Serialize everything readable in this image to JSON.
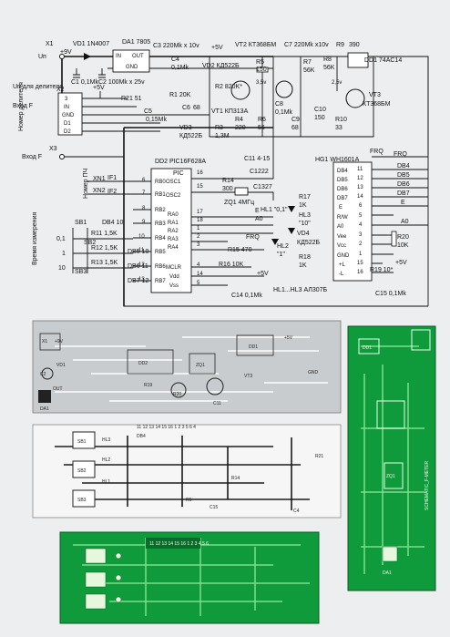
{
  "schematic": {
    "connectors": {
      "x1": "X1",
      "un": "Uп",
      "plus9v": "+9V",
      "x2": "X2",
      "un_divider": "Uп для делителя",
      "input_f": "Вход F",
      "divider_number": "Номер делителя",
      "x3": "X3",
      "input_f2": "Вход F",
      "xn1": "XN1",
      "xn2": "XN2",
      "pch_number": "Номер ПЧ",
      "measure_time": "Время измерения"
    },
    "x2_pins": [
      "3",
      "IN",
      "GND",
      "D1",
      "D2"
    ],
    "regulator": {
      "name": "DA1 7805",
      "in": "IN",
      "out": "OUT",
      "gnd": "GND"
    },
    "parts": {
      "vd1": "VD1 1N4007",
      "c1": "C1 0,1Mk",
      "c2": "C2 100Mk x 25v",
      "c3": "C3 220Mk x 10v",
      "c4": "C4",
      "c4v": "0,1Mk",
      "plus5v": "+5V",
      "vd2": "VD2 КД522Б",
      "vt2": "VT2 КТ368БМ",
      "c7": "C7 220Mk x10v",
      "r9": "R9",
      "r9v": "390",
      "r5": "R5",
      "r5v": "150",
      "r7": "R7",
      "r7v": "56K",
      "r8": "R8",
      "r8v": "56K",
      "dd1": "DD1 74AC14",
      "vt3": "VT3",
      "vt3v": "КТ368БМ",
      "r2": "R2 820K*",
      "vt1": "VT1 КП313А",
      "v35": "3,5v",
      "v25": "2,5v",
      "c8": "C8",
      "c8v": "0,1Mk",
      "r3": "R3",
      "r3v": "1,3M",
      "r4": "R4",
      "r4v": "220",
      "r6": "R6",
      "r6v": "56",
      "c9": "C9",
      "c9v": "68",
      "c10": "C10",
      "c10v": "150",
      "r10": "R10",
      "r10v": "33",
      "r1": "R1 20K",
      "r21": "R21 51",
      "c5": "C5",
      "c5v": "0,15Mk",
      "c6": "C6",
      "c6v": "68",
      "vd3": "VD3",
      "vd3v": "КД522Б",
      "frq": "FRQ"
    },
    "mcu": {
      "name": "DD2 PIC16F628A",
      "label": "PIC",
      "left_pins": [
        [
          "RB0",
          "6"
        ],
        [
          "RB1",
          "7"
        ],
        [
          "RB2",
          "8"
        ],
        [
          "RB3",
          "9"
        ],
        [
          "RB4",
          "10"
        ],
        [
          "RB5",
          "11"
        ],
        [
          "RB6",
          "12"
        ],
        [
          "RB7",
          "13"
        ]
      ],
      "right_pins": [
        [
          "OSC1",
          "16"
        ],
        [
          "OSC2",
          "15"
        ],
        [
          "RA0",
          "17"
        ],
        [
          "RA1",
          "18"
        ],
        [
          "RA2",
          "1"
        ],
        [
          "RA3",
          "2"
        ],
        [
          "RA4",
          "3"
        ],
        [
          "MCLR",
          "4"
        ],
        [
          "Vdd",
          "14"
        ],
        [
          "Vss",
          "5"
        ]
      ]
    },
    "osc": {
      "c11": "C11 4-15",
      "c12": "C12",
      "c12v": "22",
      "r14": "R14",
      "r14v": "300",
      "c13": "C13",
      "c13v": "27",
      "zq1": "ZQ1 4МГц",
      "r15": "R15 470",
      "r16": "R16 10K",
      "c14": "C14 0,1Mk",
      "a0": "A0",
      "e": "E",
      "frq": "FRQ",
      "plus5v": "+5V"
    },
    "switches": {
      "if1": "IF1",
      "if2": "IF2",
      "sb1": "SB1",
      "sb2": "SB2",
      "sb3": "SB3",
      "rows": [
        [
          "0,1",
          "R11 1,5K",
          "DB5 10"
        ],
        [
          "1",
          "R12 1,5K",
          "DB6 11"
        ],
        [
          "10",
          "R13 1,5K",
          "DB7 12"
        ]
      ],
      "db4": "DB4 10"
    },
    "leds": {
      "hl1": "HL1 \"0,1\"",
      "hl3": "HL3",
      "hl3v": "\"10\"",
      "hl2": "HL2",
      "hl2v": "\"1\"",
      "r17": "R17",
      "r17v": "1K",
      "r18": "R18",
      "r18v": "1K",
      "vd4": "VD4",
      "vd4v": "КД522Б",
      "footer": "HL1...HL3  АЛ307Б"
    },
    "lcd": {
      "name": "HG1 WH1601A",
      "pins": [
        [
          "DB4",
          "11"
        ],
        [
          "DB5",
          "12"
        ],
        [
          "DB6",
          "13"
        ],
        [
          "DB7",
          "14"
        ],
        [
          "E",
          "6"
        ],
        [
          "R/W",
          "5"
        ],
        [
          "A0",
          "4"
        ],
        [
          "Vee",
          "3"
        ],
        [
          "Vcc",
          "2"
        ],
        [
          "GND",
          "1"
        ],
        [
          "+L",
          "15"
        ],
        [
          "-L",
          "16"
        ]
      ],
      "right_labels": [
        "FRQ",
        "DB4",
        "DB5",
        "DB6",
        "DB7",
        "E",
        "A0"
      ],
      "r20": "R20",
      "r20v": "10K",
      "r19": "R19 10*",
      "plus5v": "+5V",
      "c15": "C15  0,1Mk"
    }
  },
  "pcb_gray": {
    "x1": "X1",
    "plus9v": "+9V",
    "vd1": "VD1",
    "c2": "C2",
    "da1": "DA1",
    "out": "OUT",
    "dd2": "DD2",
    "zq1": "ZQ1",
    "dd1": "DD1",
    "r19": "R19",
    "r20": "R20",
    "c11": "C11",
    "vt3": "VT3",
    "gnd": "GND",
    "plus5v": "+5V"
  },
  "pcb_white": {
    "pins": "11 12 13 14 15 16 1 2 3 5 6 4",
    "sb1": "SB1",
    "sb2": "SB2",
    "sb3": "SB3",
    "hl3": "HL3",
    "hl2": "HL2",
    "hl1": "HL1",
    "r5": "R5",
    "c15": "C15",
    "r21": "R21",
    "db4": "DB4",
    "c4": "C4",
    "r14": "R14"
  },
  "pcb_green_bottom": {
    "pins": "11 12 13 14 15 16 1 2 3 4 5 6"
  },
  "pcb_green_right": {
    "dd1": "DD1",
    "zq1": "ZQ1",
    "da1": "DA1",
    "label": "SCHEMATIC_F-METER"
  }
}
